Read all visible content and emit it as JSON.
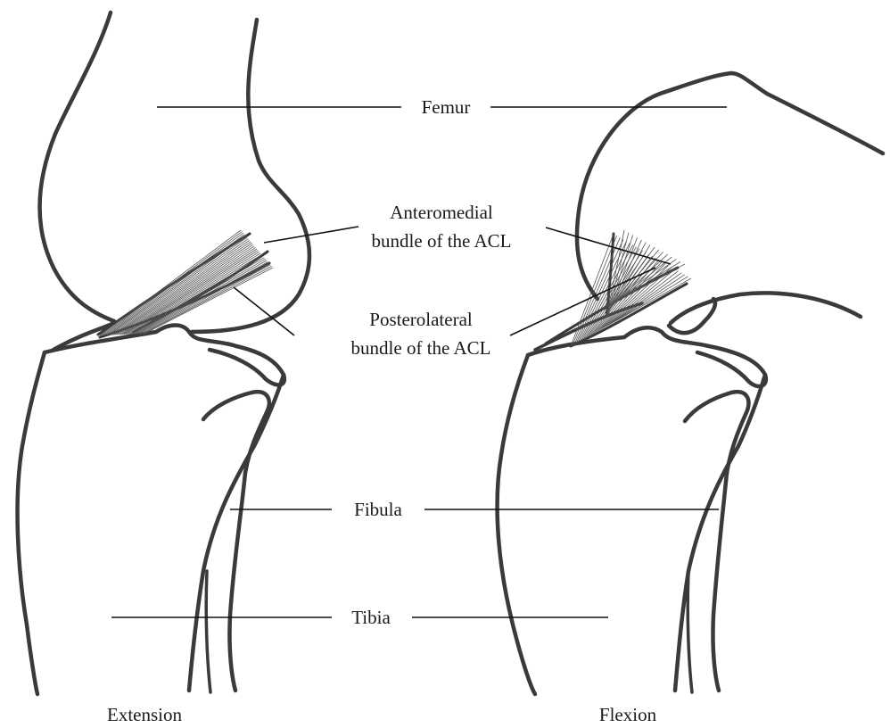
{
  "labels": {
    "femur": "Femur",
    "anteromedial_line1": "Anteromedial",
    "anteromedial_line2": "bundle of the ACL",
    "posterolateral_line1": "Posterolateral",
    "posterolateral_line2": "bundle of the ACL",
    "fibula": "Fibula",
    "tibia": "Tibia",
    "extension": "Extension",
    "flexion": "Flexion"
  },
  "colors": {
    "line": "#3a3a3a",
    "text": "#1a1a1a",
    "background": "#ffffff"
  }
}
